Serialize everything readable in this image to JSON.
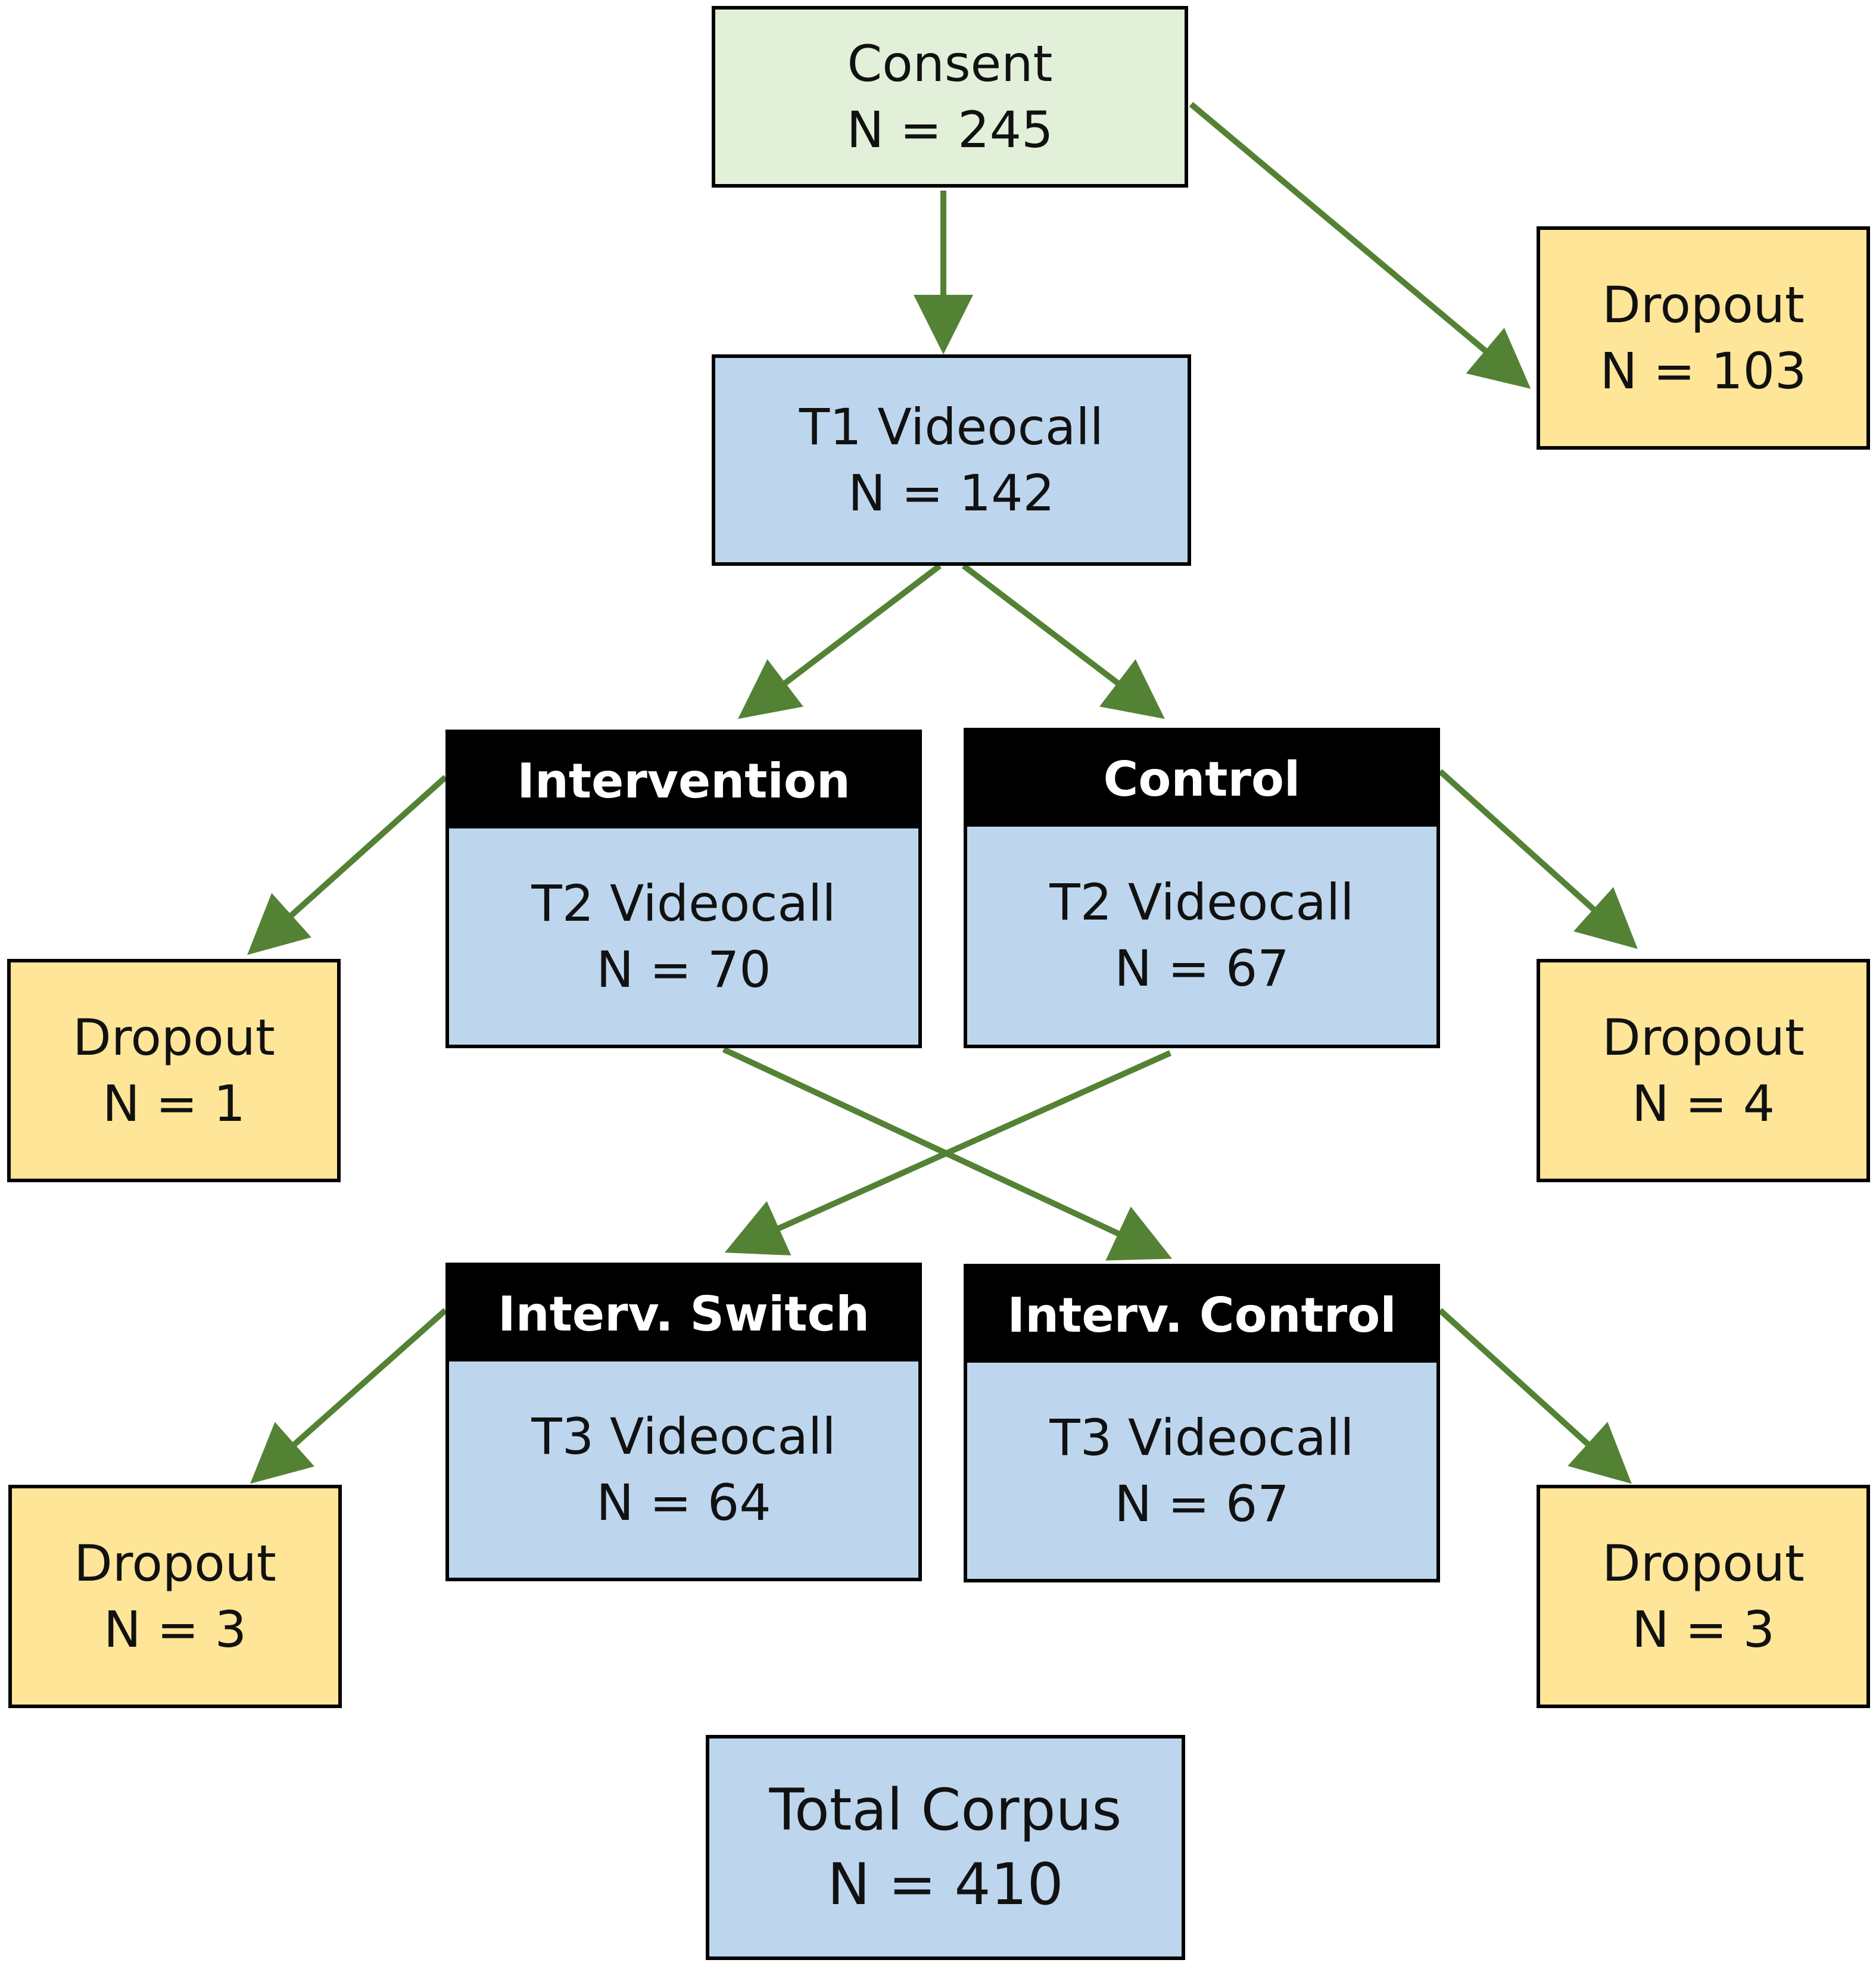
{
  "colors": {
    "arrow": "#548235",
    "consent": "#e2efd9",
    "stage": "#bdd6ee",
    "dropout": "#fee598",
    "header": "#000000"
  },
  "consent": {
    "title": "Consent",
    "count": "N = 245"
  },
  "dropout_consent": {
    "title": "Dropout",
    "count": "N = 103"
  },
  "t1": {
    "title": "T1 Videocall",
    "count": "N = 142"
  },
  "intervention": {
    "header": "Intervention",
    "title": "T2 Videocall",
    "count": "N = 70"
  },
  "control": {
    "header": "Control",
    "title": "T2 Videocall",
    "count": "N = 67"
  },
  "dropout_intervention": {
    "title": "Dropout",
    "count": "N = 1"
  },
  "dropout_control": {
    "title": "Dropout",
    "count": "N = 4"
  },
  "interv_switch": {
    "header": "Interv. Switch",
    "title": "T3 Videocall",
    "count": "N = 64"
  },
  "interv_control": {
    "header": "Interv. Control",
    "title": "T3 Videocall",
    "count": "N = 67"
  },
  "dropout_switch": {
    "title": "Dropout",
    "count": "N = 3"
  },
  "dropout_interv_control": {
    "title": "Dropout",
    "count": "N = 3"
  },
  "total": {
    "title": "Total Corpus",
    "count": "N = 410"
  }
}
